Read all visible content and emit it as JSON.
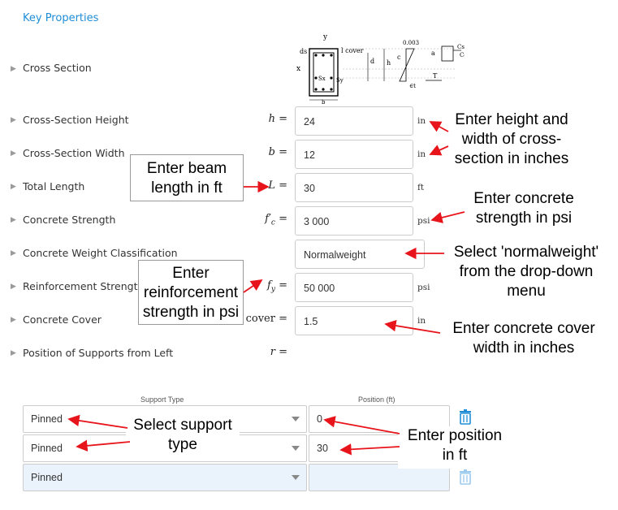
{
  "section": {
    "title": "Key Properties"
  },
  "properties": [
    {
      "label": "Cross Section"
    },
    {
      "label": "Cross-Section Height",
      "symbol": "h",
      "eq": "=",
      "value": "24",
      "unit": "in"
    },
    {
      "label": "Cross-Section Width",
      "symbol": "b",
      "eq": "=",
      "value": "12",
      "unit": "in"
    },
    {
      "label": "Total Length",
      "symbol": "L",
      "eq": "=",
      "value": "30",
      "unit": "ft"
    },
    {
      "label": "Concrete Strength",
      "symbol": "f′",
      "sub": "c",
      "eq": "=",
      "value": "3 000",
      "unit": "psi"
    },
    {
      "label": "Concrete Weight Classification",
      "value": "Normalweight"
    },
    {
      "label": "Reinforcement Strength",
      "symbol": "f",
      "sub": "y",
      "eq": "=",
      "value": "50 000",
      "unit": "psi"
    },
    {
      "label": "Concrete Cover",
      "symbol": "cover",
      "eq": "=",
      "value": "1.5",
      "unit": "in"
    },
    {
      "label": "Position of Supports from Left",
      "symbol": "r",
      "eq": "="
    }
  ],
  "diagram": {
    "y": "y",
    "x": "x",
    "ds": "ds",
    "cover": "l cover",
    "d": "d",
    "h": "h",
    "b": "b",
    "sx": "Sx",
    "sy": "Sy",
    "strain": "0.003",
    "c": "c",
    "eps": "∈t",
    "a": "a",
    "cs": "Cs",
    "cc": "Cc",
    "t": "T"
  },
  "supports": {
    "col_type": "Support Type",
    "col_position": "Position (ft)",
    "rows": [
      {
        "type": "Pinned",
        "position": "0"
      },
      {
        "type": "Pinned",
        "position": "30"
      },
      {
        "type": "Pinned",
        "position": ""
      }
    ]
  },
  "callouts": {
    "height_width": "Enter height and width of cross-section in inches",
    "height_width_lines": [
      "Enter height and",
      "width of cross-",
      "section in inches"
    ],
    "beam_length_lines": [
      "Enter beam",
      "length in ft"
    ],
    "concrete_lines": [
      "Enter concrete",
      "strength in psi"
    ],
    "weight_lines": [
      "Select 'normalweight'",
      "from the drop-down",
      "menu"
    ],
    "reinf_lines": [
      "Enter",
      "reinforcement",
      "strength in psi"
    ],
    "cover_lines": [
      "Enter concrete cover",
      "width in inches"
    ],
    "support_type_lines": [
      "Select support",
      "type"
    ],
    "position_lines": [
      "Enter position",
      "in ft"
    ]
  },
  "colors": {
    "accent": "#1f8dd6",
    "arrow": "#e8141b",
    "highlight_row": "#eaf3fc"
  }
}
